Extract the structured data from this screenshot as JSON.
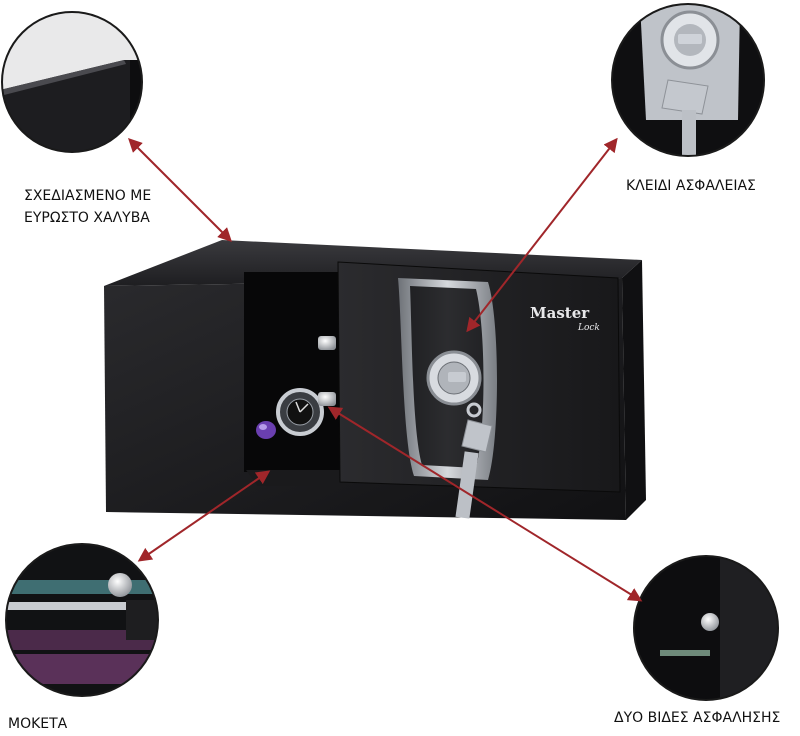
{
  "product": {
    "brand_top": "Master",
    "brand_bottom": "Lock"
  },
  "callouts": {
    "steel": {
      "line1": "ΣΧΕΔΙΑΣΜΕΝΟ ΜΕ",
      "line2": "ΕΥΡΩΣΤΟ ΧΑΛΥΒΑ"
    },
    "key": {
      "text": "ΚΛΕΙΔΙ ΑΣΦΑΛΕΙΑΣ"
    },
    "carpet": {
      "text": "ΜΟΚΕΤΑ"
    },
    "bolts": {
      "text": "ΔΥΟ ΒΙΔΕΣ ΑΣΦΑΛΗΣΗΣ"
    }
  },
  "colors": {
    "arrow": "#a0262a",
    "safe_body": "#1c1c1e",
    "safe_dark": "#0c0c0d",
    "lock_plate": "#b8bcc2",
    "circle_border": "#1a1a1a"
  }
}
